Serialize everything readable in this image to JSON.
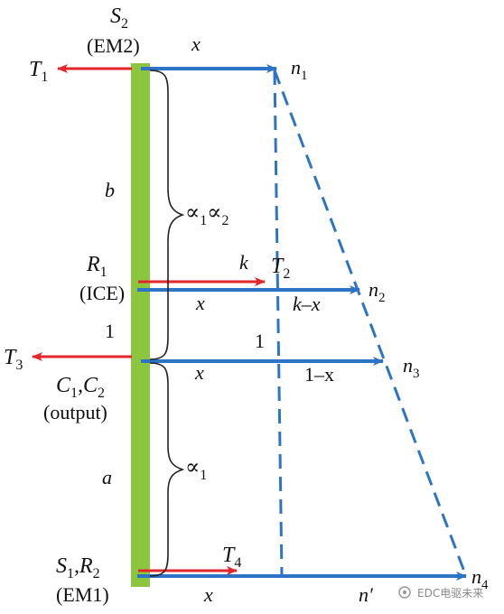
{
  "colors": {
    "shaft": "#8cc63f",
    "blue": "#2e74c6",
    "red": "#e3262b",
    "text": "#111111",
    "brace": "#222222"
  },
  "labels": {
    "s2": "S",
    "s2_sub": "2",
    "em2": "(EM2)",
    "t1": "T",
    "t1_sub": "1",
    "x_top": "x",
    "n1": "n",
    "n1_sub": "1",
    "b": "b",
    "ratio_top": "∝",
    "ratio_top_sub1": "1",
    "ratio_top_mid": "∝",
    "ratio_top_sub2": "2",
    "r1": "R",
    "r1_sub": "1",
    "ice": "(ICE)",
    "k": "k",
    "t2": "T",
    "t2_sub": "2",
    "n2": "n",
    "n2_sub": "2",
    "x_mid": "x",
    "k_minus_x": "k–x",
    "one_left": "1",
    "one_mid": "1",
    "t3": "T",
    "t3_sub": "3",
    "n3": "n",
    "n3_sub": "3",
    "c1c2_c": "C",
    "c1c2_sub1": "1",
    "c1c2_comma": ",C",
    "c1c2_sub2": "2",
    "output": "(output)",
    "x_low": "x",
    "one_minus_x": "1–x",
    "a": "a",
    "ratio_bot": "∝",
    "ratio_bot_sub": "1",
    "s1r2_s": "S",
    "s1r2_sub1": "1",
    "s1r2_comma": ",R",
    "s1r2_sub2": "2",
    "em1": "(EM1)",
    "t4": "T",
    "t4_sub": "4",
    "x_bottom": "x",
    "n_prime": "n′",
    "n4": "n",
    "n4_sub": "4"
  },
  "watermark": "EDC电驱未来"
}
